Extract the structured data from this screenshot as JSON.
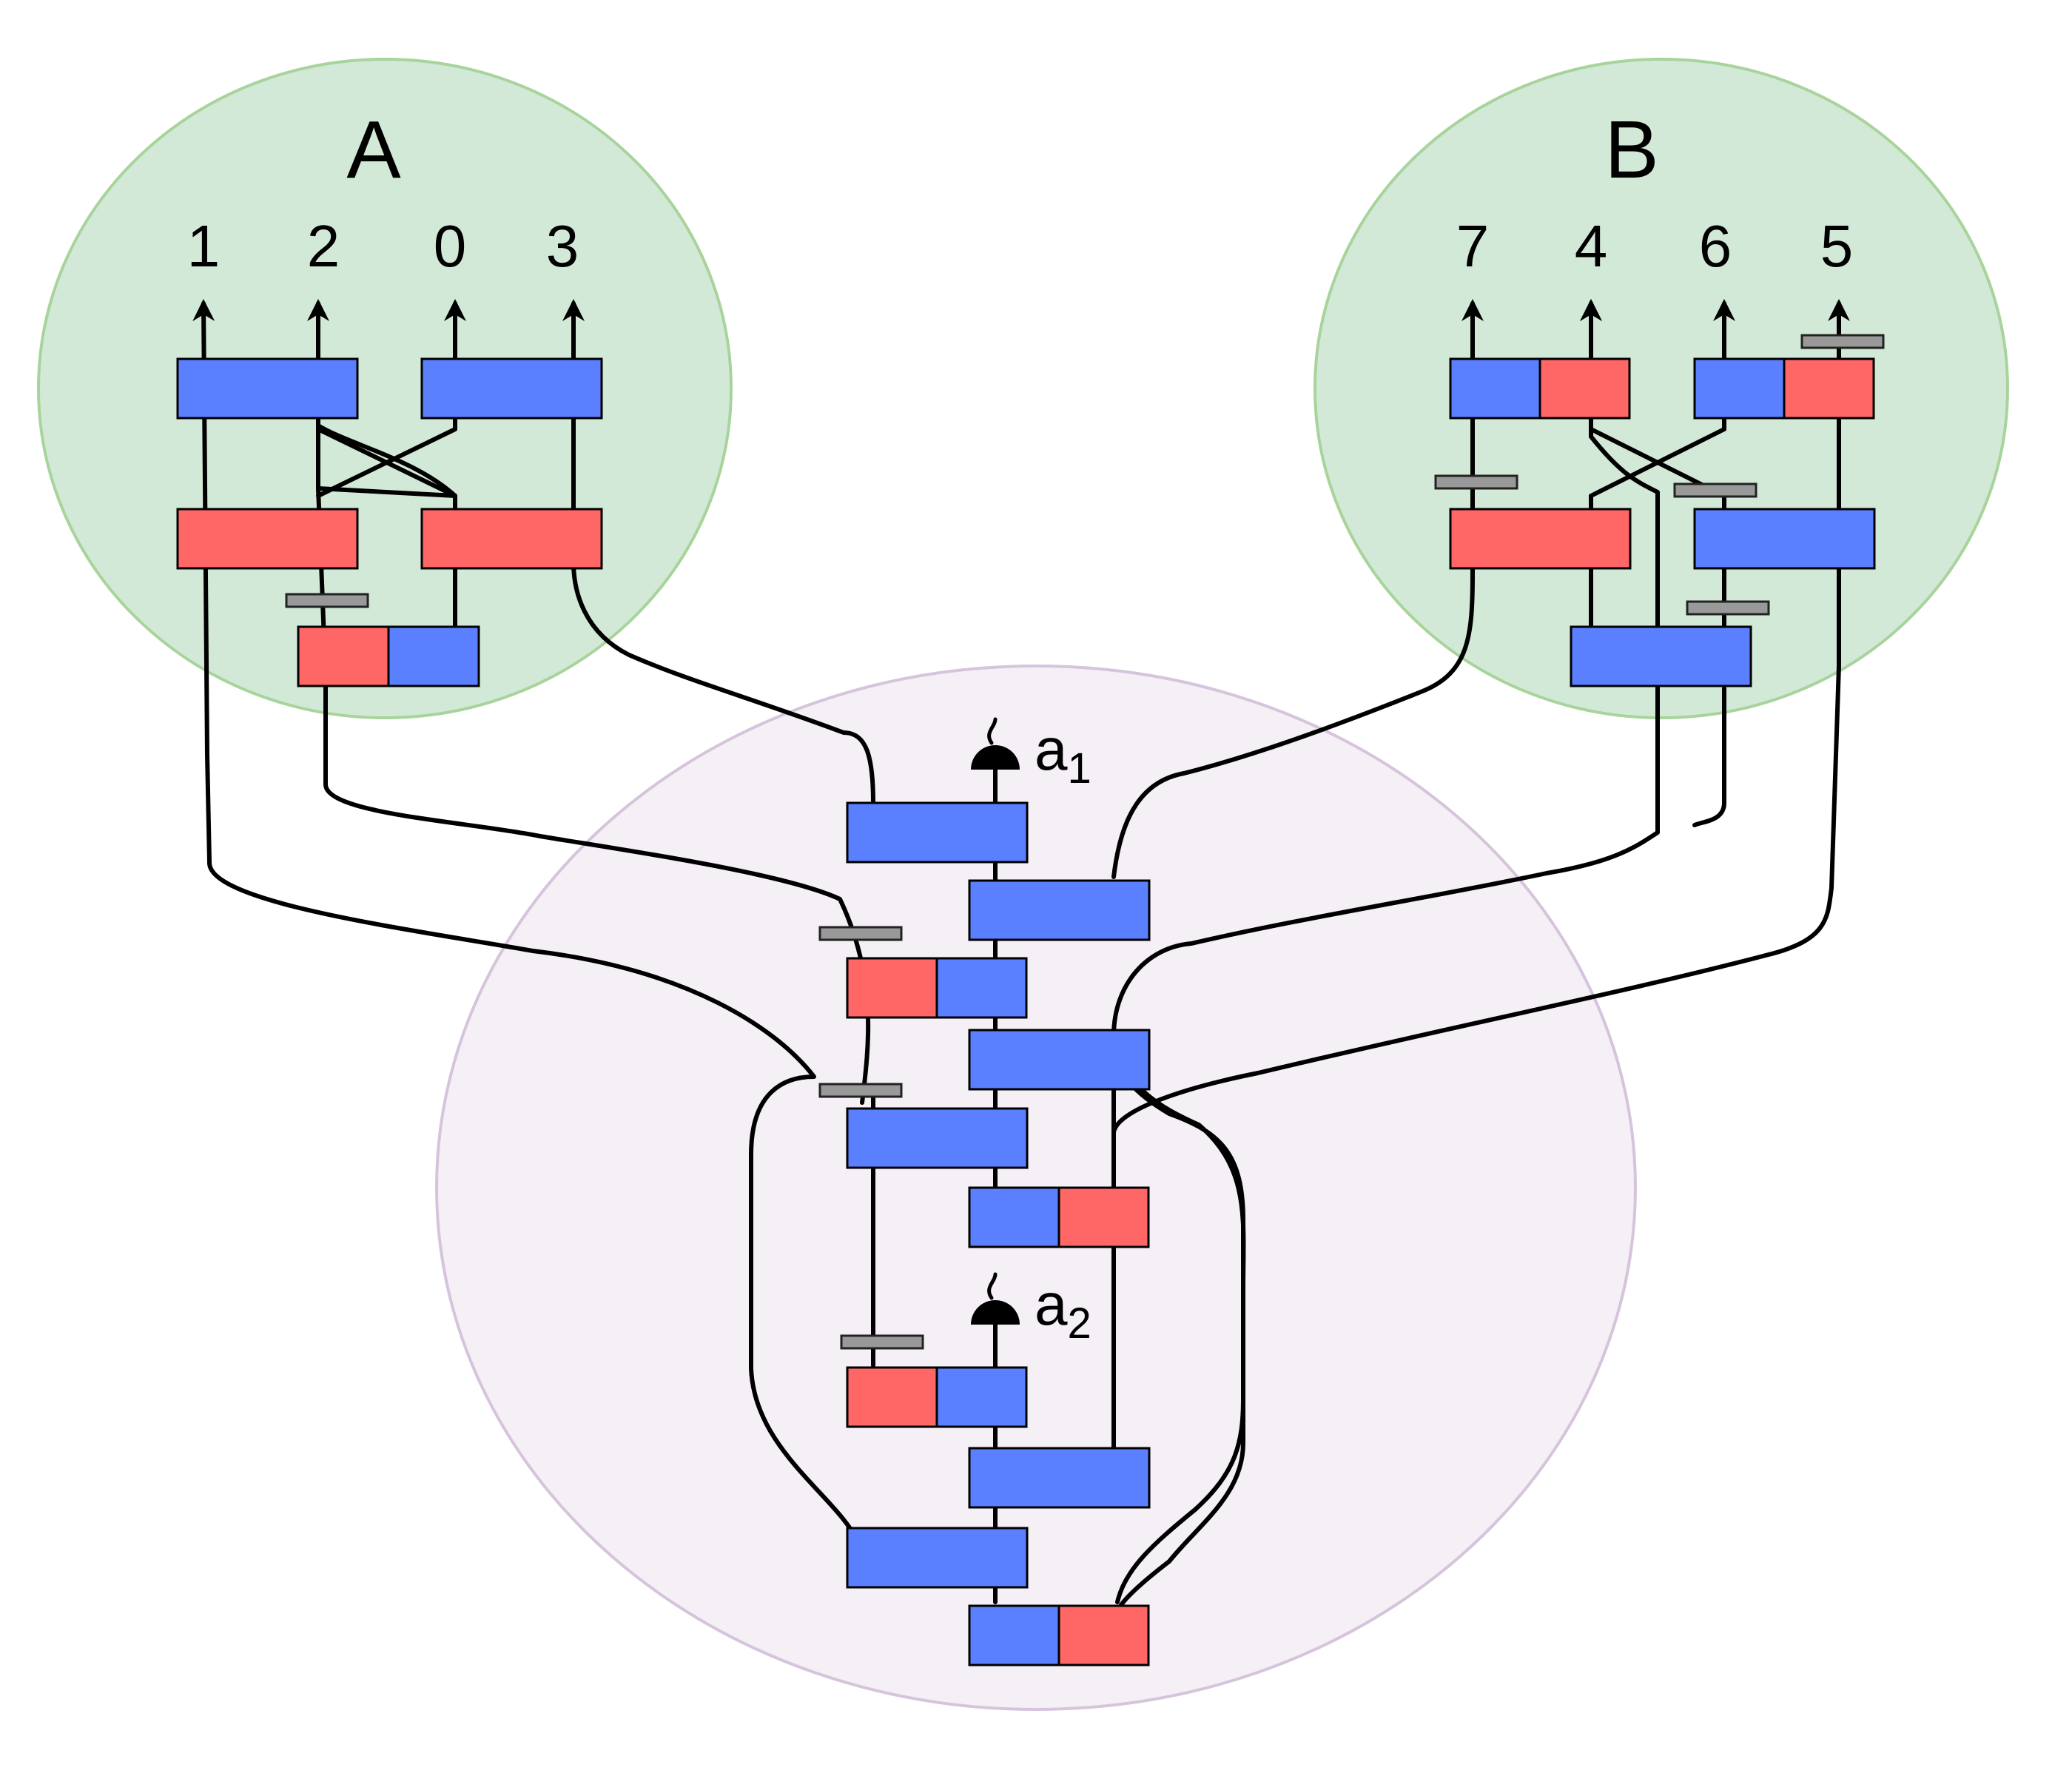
{
  "regions": [
    {
      "id": "A",
      "label": "A"
    },
    {
      "id": "B",
      "label": "B"
    }
  ],
  "outputs": [
    "1",
    "2",
    "0",
    "3",
    "7",
    "4",
    "6",
    "5"
  ],
  "measurements": [
    {
      "id": "a1",
      "label": "a",
      "subscript": "1"
    },
    {
      "id": "a2",
      "label": "a",
      "subscript": "2"
    }
  ],
  "colors": {
    "region_green_fill": "#d3e9d8",
    "region_green_stroke": "#a8d49c",
    "region_purple_fill": "#f5eff6",
    "region_purple_stroke": "#d6c4dc",
    "blue_block": "#5a80ff",
    "red_block": "#ff6666",
    "bar_gray": "#999999",
    "wire": "#000000"
  }
}
